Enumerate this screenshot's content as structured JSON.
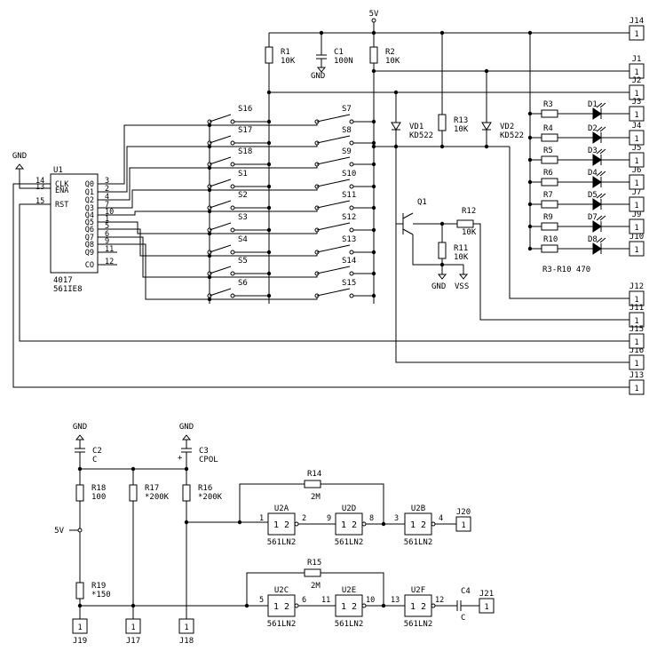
{
  "labels": {
    "supply_5v": "5V",
    "supply_5v_lower": "5V",
    "gnd": "GND",
    "vss": "VSS",
    "r1": "R1",
    "r1_val": "10K",
    "c1": "C1",
    "c1_val": "100N",
    "r2": "R2",
    "r2_val": "10K",
    "r13": "R13",
    "r13_val": "10K",
    "vd1": "VD1",
    "vd1_val": "KD522",
    "vd2": "VD2",
    "vd2_val": "KD522",
    "q1": "Q1",
    "r12": "R12",
    "r12_val": "10K",
    "r11": "R11",
    "r11_val": "10K",
    "led_group_note": "R3-R10 470",
    "u1": "U1",
    "u1_part": "4017",
    "u1_part2": "561IE8",
    "r14": "R14",
    "r14_val": "2M",
    "r15": "R15",
    "r15_val": "2M",
    "c2": "C2",
    "c2_val": "C",
    "c3": "C3",
    "c3_val": "CPOL",
    "c4": "C4",
    "c4_val": "C",
    "r16": "R16",
    "r16_val": "*200K",
    "r17": "R17",
    "r17_val": "*200K",
    "r18": "R18",
    "r18_val": "100",
    "r19": "R19",
    "r19_val": "*150",
    "gate_part": "561LN2"
  },
  "u1_pins_left": [
    {
      "num": "14",
      "name": "CLK"
    },
    {
      "num": "13",
      "name": "ENA"
    },
    {
      "num": "15",
      "name": "RST"
    }
  ],
  "u1_pins_right": [
    {
      "name": "Q0",
      "num": "3"
    },
    {
      "name": "Q1",
      "num": "2"
    },
    {
      "name": "Q2",
      "num": "4"
    },
    {
      "name": "Q3",
      "num": "7"
    },
    {
      "name": "Q4",
      "num": "10"
    },
    {
      "name": "Q5",
      "num": "1"
    },
    {
      "name": "Q6",
      "num": "5"
    },
    {
      "name": "Q7",
      "num": "6"
    },
    {
      "name": "Q8",
      "num": "9"
    },
    {
      "name": "Q9",
      "num": "11"
    },
    {
      "name": "CO",
      "num": "12"
    }
  ],
  "switches_left": [
    "S16",
    "S17",
    "S18",
    "S1",
    "S2",
    "S3",
    "S4",
    "S5",
    "S6"
  ],
  "switches_right": [
    "S7",
    "S8",
    "S9",
    "S10",
    "S11",
    "S12",
    "S13",
    "S14",
    "S15"
  ],
  "leds": [
    {
      "r": "R3",
      "d": "D1",
      "j": "J3"
    },
    {
      "r": "R4",
      "d": "D2",
      "j": "J4"
    },
    {
      "r": "R5",
      "d": "D3",
      "j": "J5"
    },
    {
      "r": "R6",
      "d": "D4",
      "j": "J6"
    },
    {
      "r": "R7",
      "d": "D5",
      "j": "J7"
    },
    {
      "r": "R9",
      "d": "D7",
      "j": "J9"
    },
    {
      "r": "R10",
      "d": "D8",
      "j": "J10"
    }
  ],
  "connectors_right": [
    "J14",
    "J1",
    "J2",
    "J12",
    "J11",
    "J15",
    "J16",
    "J13"
  ],
  "connectors_bottom": [
    "J20",
    "J21",
    "J19",
    "J17",
    "J18"
  ],
  "connector_pin": "1",
  "gates": [
    {
      "name": "U2A",
      "in": "1",
      "out": "2"
    },
    {
      "name": "U2D",
      "in": "9",
      "out": "8"
    },
    {
      "name": "U2B",
      "in": "3",
      "out": "4"
    },
    {
      "name": "U2C",
      "in": "5",
      "out": "6"
    },
    {
      "name": "U2E",
      "in": "11",
      "out": "10"
    },
    {
      "name": "U2F",
      "in": "13",
      "out": "12"
    }
  ],
  "gate_body_text": "1 2"
}
